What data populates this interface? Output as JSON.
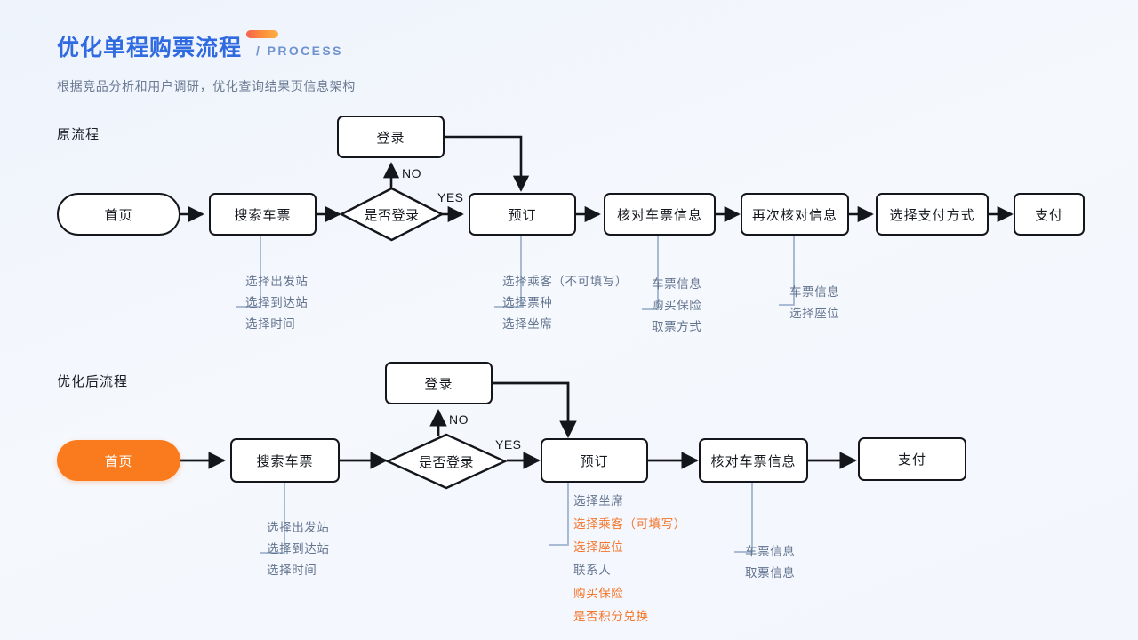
{
  "header": {
    "title": "优化单程购票流程",
    "title_suffix": "/ PROCESS",
    "subtitle": "根据竞品分析和用户调研，优化查询结果页信息架构",
    "accent_blue": "#2f6ae0",
    "accent_orange": "#fa7b1e"
  },
  "sections": [
    {
      "label": "原流程"
    },
    {
      "label": "优化后流程"
    }
  ],
  "flow_original": {
    "nodes": [
      {
        "id": "home",
        "label": "首页",
        "shape": "pill"
      },
      {
        "id": "search",
        "label": "搜索车票",
        "shape": "rect"
      },
      {
        "id": "decide",
        "label": "是否登录",
        "shape": "diamond"
      },
      {
        "id": "login",
        "label": "登录",
        "shape": "rect"
      },
      {
        "id": "book",
        "label": "预订",
        "shape": "rect"
      },
      {
        "id": "verify",
        "label": "核对车票信息",
        "shape": "rect"
      },
      {
        "id": "reverify",
        "label": "再次核对信息",
        "shape": "rect"
      },
      {
        "id": "paymeth",
        "label": "选择支付方式",
        "shape": "rect"
      },
      {
        "id": "pay",
        "label": "支付",
        "shape": "rect"
      }
    ],
    "edge_labels": {
      "no": "NO",
      "yes": "YES"
    },
    "annotations": [
      {
        "for": "search",
        "items": [
          {
            "text": "选择出发站",
            "highlight": false
          },
          {
            "text": "选择到达站",
            "highlight": false
          },
          {
            "text": "选择时间",
            "highlight": false
          }
        ]
      },
      {
        "for": "book",
        "items": [
          {
            "text": "选择乘客（不可填写）",
            "highlight": false
          },
          {
            "text": "选择票种",
            "highlight": false
          },
          {
            "text": "选择坐席",
            "highlight": false
          }
        ]
      },
      {
        "for": "verify",
        "items": [
          {
            "text": "车票信息",
            "highlight": false
          },
          {
            "text": "购买保险",
            "highlight": false
          },
          {
            "text": "取票方式",
            "highlight": false
          }
        ]
      },
      {
        "for": "reverify",
        "items": [
          {
            "text": "车票信息",
            "highlight": false
          },
          {
            "text": "选择座位",
            "highlight": false
          }
        ]
      }
    ]
  },
  "flow_optimized": {
    "nodes": [
      {
        "id": "home",
        "label": "首页",
        "shape": "pill-highlight"
      },
      {
        "id": "search",
        "label": "搜索车票",
        "shape": "rect"
      },
      {
        "id": "decide",
        "label": "是否登录",
        "shape": "diamond"
      },
      {
        "id": "login",
        "label": "登录",
        "shape": "rect"
      },
      {
        "id": "book",
        "label": "预订",
        "shape": "rect"
      },
      {
        "id": "verify",
        "label": "核对车票信息",
        "shape": "rect"
      },
      {
        "id": "pay",
        "label": "支付",
        "shape": "rect"
      }
    ],
    "edge_labels": {
      "no": "NO",
      "yes": "YES"
    },
    "annotations": [
      {
        "for": "search",
        "items": [
          {
            "text": "选择出发站",
            "highlight": false
          },
          {
            "text": "选择到达站",
            "highlight": false
          },
          {
            "text": "选择时间",
            "highlight": false
          }
        ]
      },
      {
        "for": "book",
        "items": [
          {
            "text": "选择坐席",
            "highlight": false
          },
          {
            "text": "选择乘客（可填写）",
            "highlight": true
          },
          {
            "text": "选择座位",
            "highlight": true
          },
          {
            "text": "联系人",
            "highlight": false
          },
          {
            "text": "购买保险",
            "highlight": true
          },
          {
            "text": "是否积分兑换",
            "highlight": true
          }
        ]
      },
      {
        "for": "verify",
        "items": [
          {
            "text": "车票信息",
            "highlight": false
          },
          {
            "text": "取票信息",
            "highlight": false
          }
        ]
      }
    ]
  }
}
